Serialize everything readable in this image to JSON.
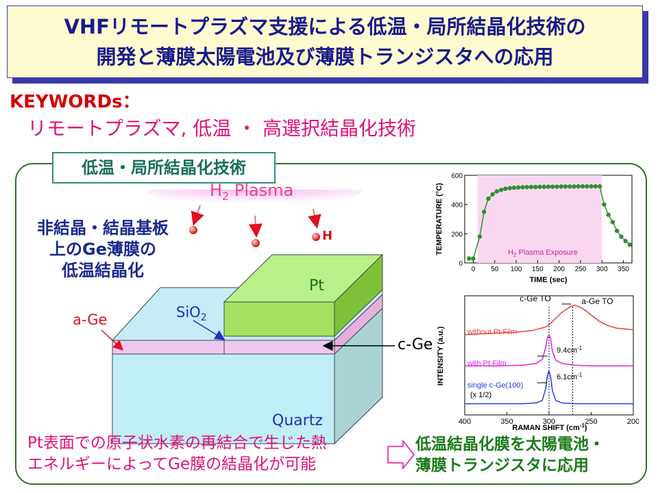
{
  "title": {
    "line1": "VHFリモートプラズマ支援による低温・局所結晶化技術の",
    "line2": "開発と薄膜太陽電池及び薄膜トランジスタへの応用"
  },
  "keywords": {
    "label": "KEYWORDs：",
    "text": "リモートプラズマ, 低温 ・ 高選択結晶化技術"
  },
  "panel": {
    "label": "低温・局所結晶化技術"
  },
  "diagram": {
    "plasma_label_h": "H",
    "plasma_label_sub": "2",
    "plasma_label_rest": " Plasma",
    "h_label": "H",
    "pt_label": "Pt",
    "sio2_label_main": "SiO",
    "sio2_label_sub": "2",
    "age_label": "a-Ge",
    "cge_label": "c-Ge",
    "quartz_label": "Quartz",
    "amorph_line1": "非結晶・結晶基板",
    "amorph_line2": "上のGe薄膜の",
    "amorph_line3": "低温結晶化"
  },
  "bottom": {
    "line1": "Pt表面での原子状水素の再結合で生じた熱",
    "line2": "エネルギーによってGe膜の結晶化が可能"
  },
  "application": {
    "line1": "低温結晶化膜を太陽電池・",
    "line2": "薄膜トランジスタに応用"
  },
  "chart_data": [
    {
      "type": "scatter",
      "xlabel": "TIME (sec)",
      "ylabel": "TEMPERATURE (°C)",
      "xlim": [
        -20,
        370
      ],
      "ylim": [
        0,
        600
      ],
      "x_ticks": [
        0,
        50,
        100,
        150,
        200,
        250,
        300,
        350
      ],
      "y_ticks": [
        0,
        200,
        400,
        600
      ],
      "annotation": "H2 Plasma Exposure",
      "annotation_main": "H",
      "annotation_sub": "2",
      "annotation_rest": " Plasma Exposure",
      "shaded_region": [
        10,
        300
      ],
      "colors": {
        "points": "#2f8f2f",
        "line": "#2f8f2f",
        "shade": "#f8d8f0"
      },
      "x": [
        -10,
        0,
        15,
        25,
        35,
        45,
        55,
        65,
        75,
        85,
        95,
        105,
        115,
        125,
        135,
        145,
        155,
        165,
        175,
        185,
        195,
        205,
        215,
        225,
        235,
        245,
        255,
        265,
        275,
        285,
        295,
        305,
        315,
        325,
        335,
        345,
        355,
        365
      ],
      "y": [
        30,
        30,
        180,
        350,
        440,
        470,
        490,
        500,
        508,
        512,
        515,
        517,
        518,
        519,
        520,
        520,
        521,
        521,
        522,
        522,
        522,
        523,
        523,
        523,
        523,
        524,
        524,
        524,
        524,
        524,
        524,
        400,
        330,
        280,
        220,
        180,
        150,
        125
      ]
    },
    {
      "type": "line",
      "xlabel": "RAMAN SHIFT (cm-1)",
      "xlabel_main": "RAMAN SHIFT (cm",
      "xlabel_sup": "-1",
      "xlabel_end": ")",
      "ylabel": "INTENSITY (a.u.)",
      "xlim": [
        400,
        200
      ],
      "x_ticks": [
        400,
        350,
        300,
        250,
        200
      ],
      "reference_lines": [
        {
          "x": 300,
          "label": "c-Ge TO"
        },
        {
          "x": 272,
          "label": "a-Ge TO"
        }
      ],
      "series": [
        {
          "name": "without Pt Film",
          "color": "#e84040",
          "x": [
            400,
            380,
            360,
            340,
            320,
            305,
            300,
            295,
            285,
            275,
            270,
            260,
            250,
            240,
            230,
            220,
            210,
            200
          ],
          "y": [
            0.86,
            0.87,
            0.88,
            0.89,
            0.91,
            0.95,
            0.98,
            1.03,
            1.13,
            1.2,
            1.22,
            1.18,
            1.1,
            1.02,
            0.97,
            0.94,
            0.93,
            0.92
          ]
        },
        {
          "name": "with Pt Film",
          "color": "#e020e0",
          "width_label": "9.4cm-1",
          "width_label_main": "9.4cm",
          "width_label_sup": "-1",
          "x": [
            400,
            360,
            330,
            315,
            308,
            304,
            302,
            300,
            298,
            296,
            292,
            285,
            270,
            250,
            230,
            200
          ],
          "y": [
            0.48,
            0.48,
            0.49,
            0.51,
            0.56,
            0.7,
            0.82,
            0.86,
            0.8,
            0.66,
            0.55,
            0.51,
            0.49,
            0.48,
            0.48,
            0.48
          ]
        },
        {
          "name": "single c-Ge(100)",
          "sub_label": "(x 1/2)",
          "color": "#2040e0",
          "width_label": "6.1cm-1",
          "width_label_main": "6.1cm",
          "width_label_sup": "-1",
          "x": [
            400,
            360,
            330,
            315,
            308,
            304,
            302,
            300,
            298,
            296,
            292,
            285,
            270,
            250,
            230,
            200
          ],
          "y": [
            0.02,
            0.02,
            0.02,
            0.03,
            0.06,
            0.2,
            0.36,
            0.42,
            0.34,
            0.18,
            0.06,
            0.03,
            0.02,
            0.02,
            0.02,
            0.02
          ]
        }
      ]
    }
  ]
}
